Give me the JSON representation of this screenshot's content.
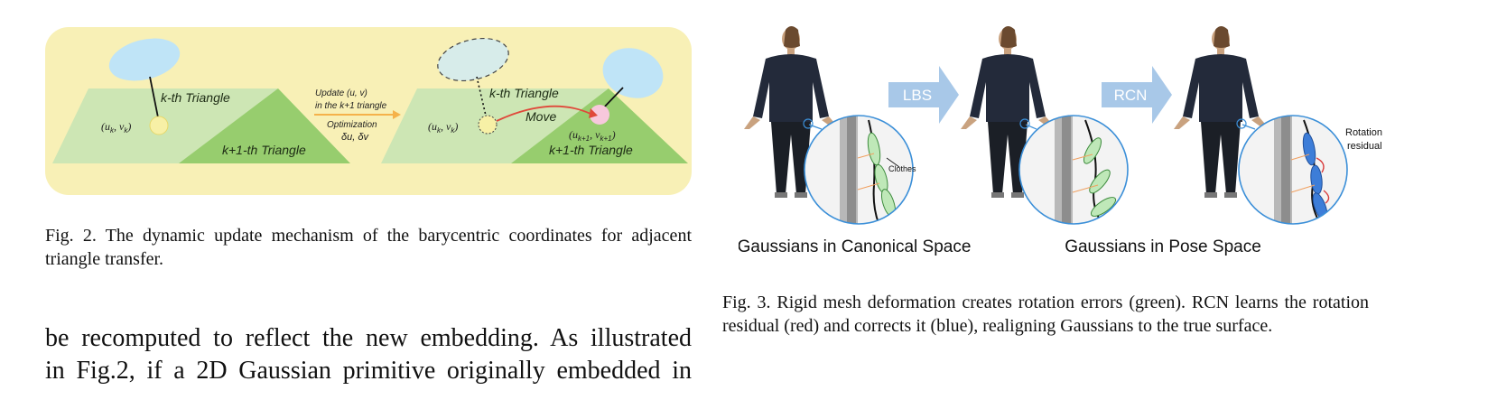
{
  "fig2": {
    "labels": {
      "k_triangle_left": "k-th Triangle",
      "k1_triangle_left": "k+1-th Triangle",
      "coord_left": "(u_k, v_k)",
      "update_line1": "Update (u, v)",
      "update_line2": "in the k+1 triangle",
      "optimization": "Optimization",
      "deltas": "δu, δv",
      "k_triangle_right": "k-th Triangle",
      "coord_right_old": "(u_k, v_k)",
      "move": "Move",
      "coord_right_new": "(u_k+1, v_k+1)",
      "k1_triangle_right": "k+1-th Triangle"
    },
    "caption": "Fig. 2.  The dynamic update mechanism of the barycentric coordinates for adjacent triangle transfer."
  },
  "fig3": {
    "arrow_lbs": "LBS",
    "arrow_rcn": "RCN",
    "clothes_label": "Clothes",
    "rotation_label_1": "Rotation",
    "rotation_label_2": "residual",
    "label_canonical": "Gaussians in Canonical Space",
    "label_pose": "Gaussians in Pose Space",
    "caption": "Fig. 3.  Rigid mesh deformation creates rotation errors (green). RCN learns the rotation residual (red) and corrects it (blue), realigning Gaussians to the true surface."
  },
  "body": {
    "line1": "be recomputed to reflect the new embedding. As illustrated",
    "line2": "in Fig.2, if a 2D Gaussian primitive originally embedded in"
  },
  "colors": {
    "panel_bg": "#f8f0b6",
    "tri_light": "#cde6b4",
    "tri_dark": "#97cd6e",
    "ellipse_blue": "#bfe4f7",
    "arrow_blue": "#a8c8e8",
    "move_arrow": "#e0483a",
    "update_arrow": "#f5b24a"
  }
}
